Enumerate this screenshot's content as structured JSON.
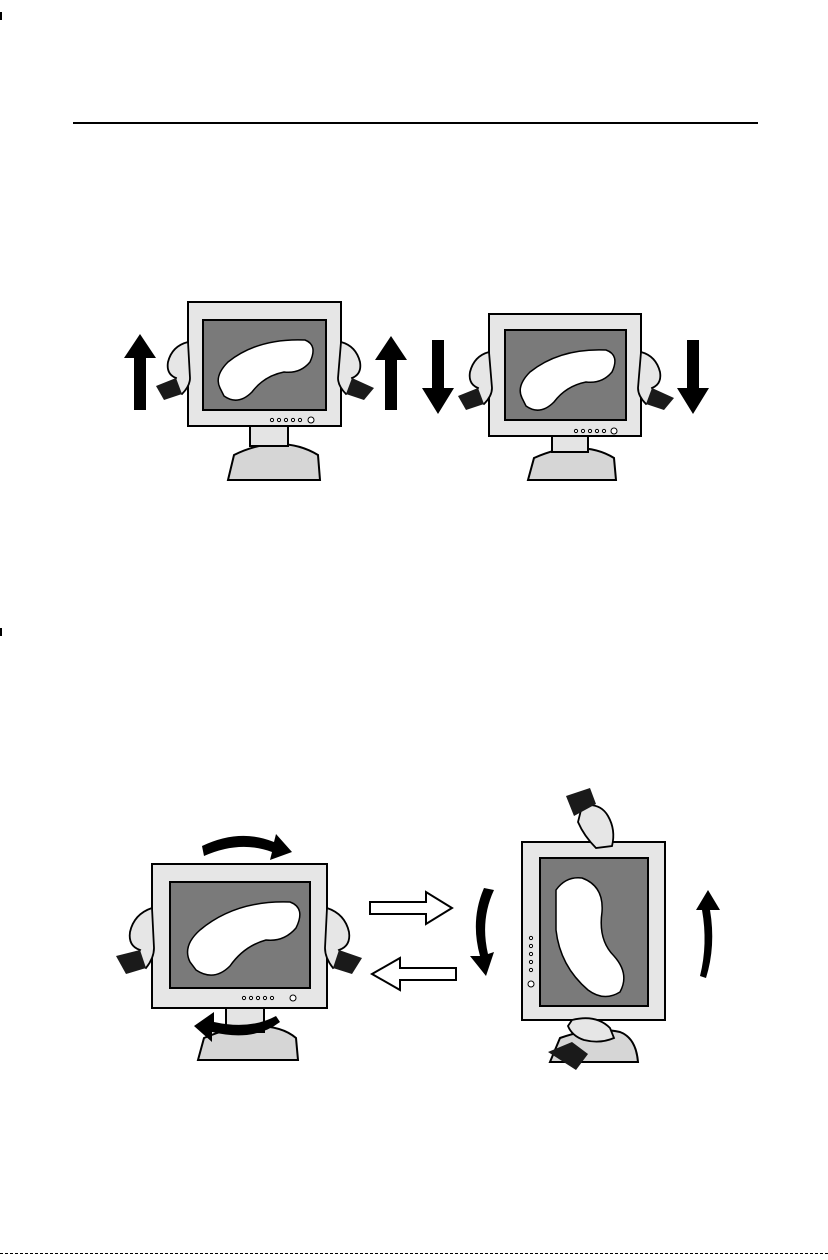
{
  "page": {
    "header_rule": true,
    "figures": [
      {
        "name": "height-adjustment",
        "panels": [
          "raise-monitor",
          "lower-monitor"
        ]
      },
      {
        "name": "rotation",
        "panels": [
          "swivel-landscape",
          "pivot-portrait"
        ]
      }
    ]
  }
}
